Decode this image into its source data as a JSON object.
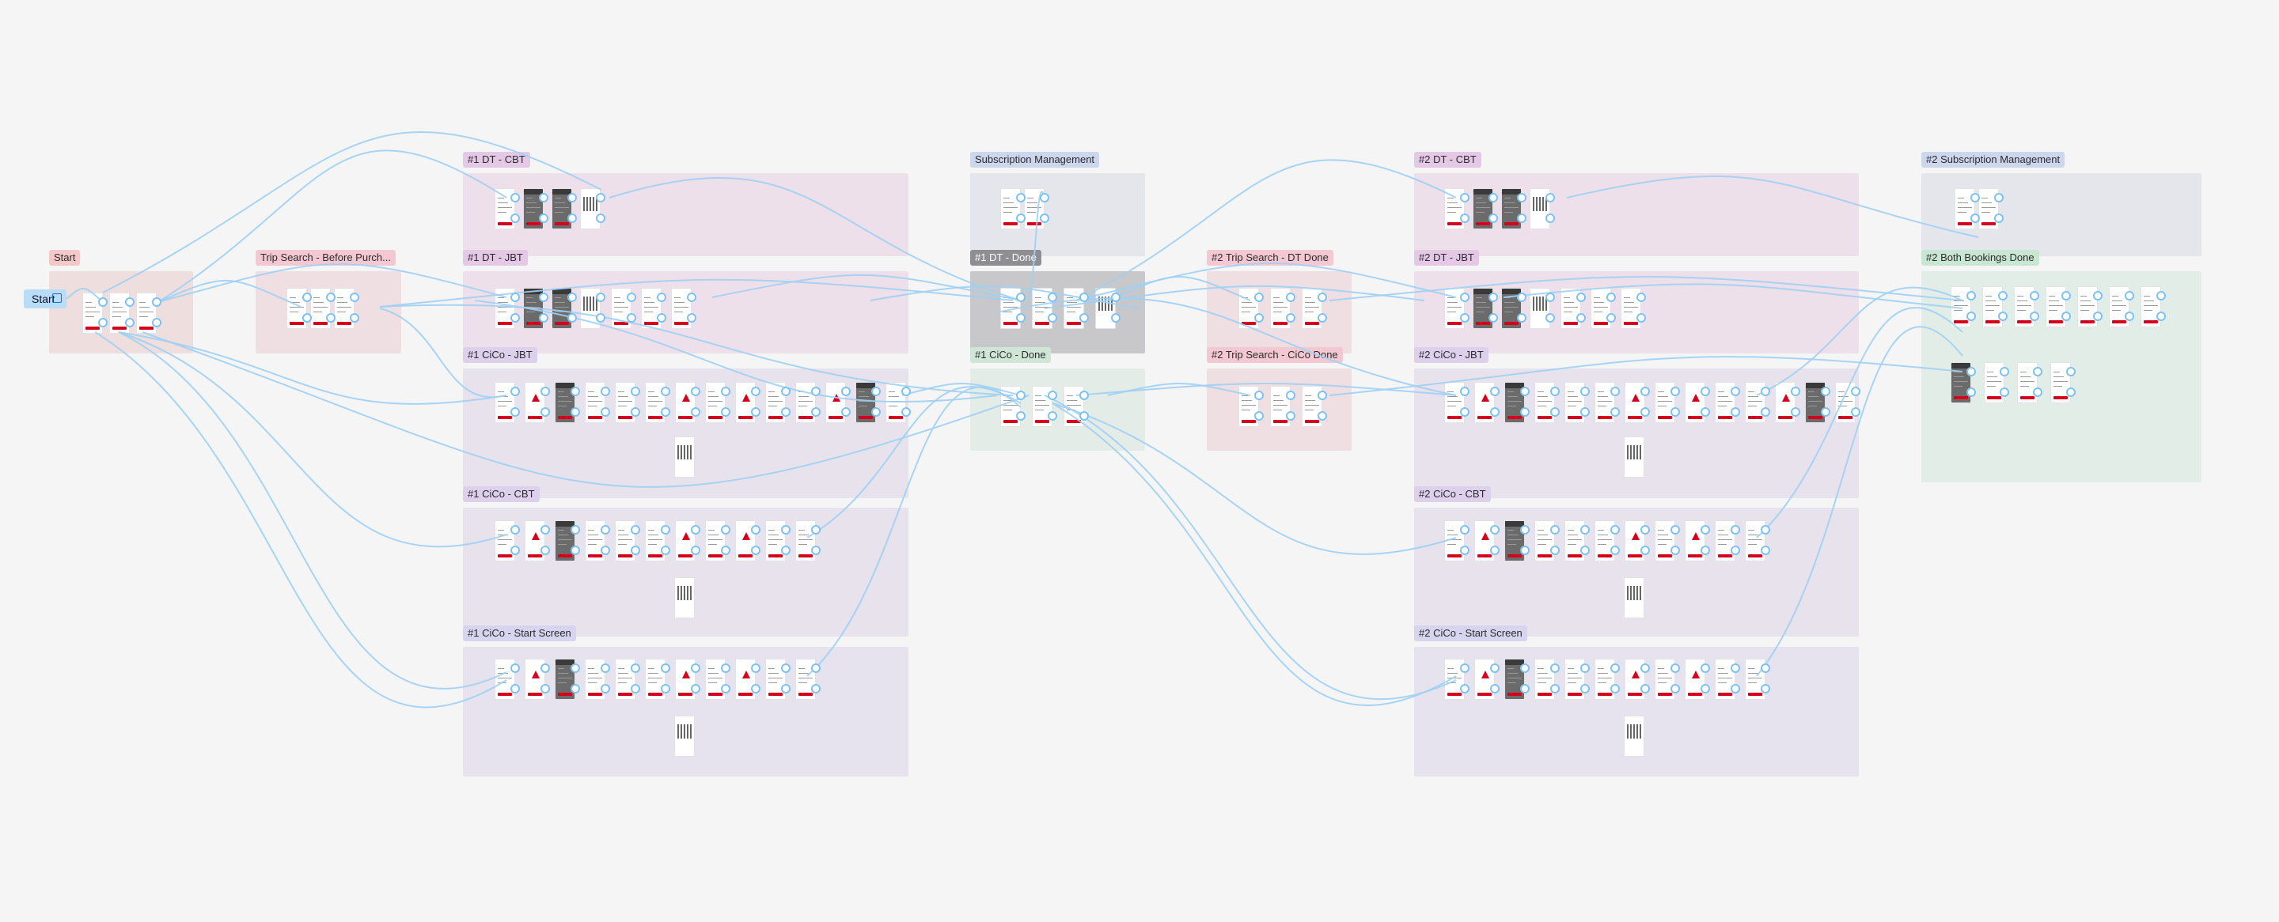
{
  "start_button": {
    "label": "Start"
  },
  "sections": [
    {
      "id": "start",
      "label": "Start",
      "bg": "#efdede",
      "tag": "#f3c8c8"
    },
    {
      "id": "trip1",
      "label": "Trip Search - Before Purch...",
      "bg": "#efdfe3",
      "tag": "#f3c8d2"
    },
    {
      "id": "dt1cbt",
      "label": "#1 DT - CBT",
      "bg": "#eee0ea",
      "tag": "#e4c8e6"
    },
    {
      "id": "dt1jbt",
      "label": "#1 DT - JBT",
      "bg": "#eee0ea",
      "tag": "#e4c8e6"
    },
    {
      "id": "cico1jbt",
      "label": "#1 CiCo - JBT",
      "bg": "#e8e2ec",
      "tag": "#ddd0ec"
    },
    {
      "id": "cico1cbt",
      "label": "#1 CiCo - CBT",
      "bg": "#e8e2ec",
      "tag": "#ddd0ec"
    },
    {
      "id": "cico1start",
      "label": "#1 CiCo - Start Screen",
      "bg": "#e6e3ee",
      "tag": "#d6d4ee"
    },
    {
      "id": "subman1",
      "label": "Subscription Management",
      "bg": "#e4e6ec",
      "tag": "#ccd6ec"
    },
    {
      "id": "dt1done",
      "label": "#1 DT - Done",
      "bg": "#c8c8ca",
      "tag": "#8f8f93"
    },
    {
      "id": "cico1done",
      "label": "#1 CiCo - Done",
      "bg": "#e3ece7",
      "tag": "#cfe6d6"
    },
    {
      "id": "trip2dt",
      "label": "#2 Trip Search - DT Done",
      "bg": "#efdfe3",
      "tag": "#f3c8d2"
    },
    {
      "id": "trip2cico",
      "label": "#2 Trip Search - CiCo Done",
      "bg": "#efdfe3",
      "tag": "#f3c8d2"
    },
    {
      "id": "dt2cbt",
      "label": "#2 DT - CBT",
      "bg": "#eee0ea",
      "tag": "#e4c8e6"
    },
    {
      "id": "dt2jbt",
      "label": "#2 DT - JBT",
      "bg": "#eee0ea",
      "tag": "#e4c8e6"
    },
    {
      "id": "cico2jbt",
      "label": "#2 CiCo - JBT",
      "bg": "#e8e2ec",
      "tag": "#ddd0ec"
    },
    {
      "id": "cico2cbt",
      "label": "#2 CiCo - CBT",
      "bg": "#e8e2ec",
      "tag": "#ddd0ec"
    },
    {
      "id": "cico2start",
      "label": "#2 CiCo - Start Screen",
      "bg": "#e6e3ee",
      "tag": "#d6d4ee"
    },
    {
      "id": "subman2",
      "label": "#2 Subscription Management",
      "bg": "#e4e6ec",
      "tag": "#ccd6ec"
    },
    {
      "id": "both",
      "label": "#2 Both Bookings Done",
      "bg": "#e2ede8",
      "tag": "#c8e6d2"
    }
  ],
  "colors": {
    "connector": "#9fd0f4",
    "hotspot_border": "#7cc2f2",
    "accent_red": "#d6001c",
    "canvas_bg": "#f5f5f6"
  }
}
